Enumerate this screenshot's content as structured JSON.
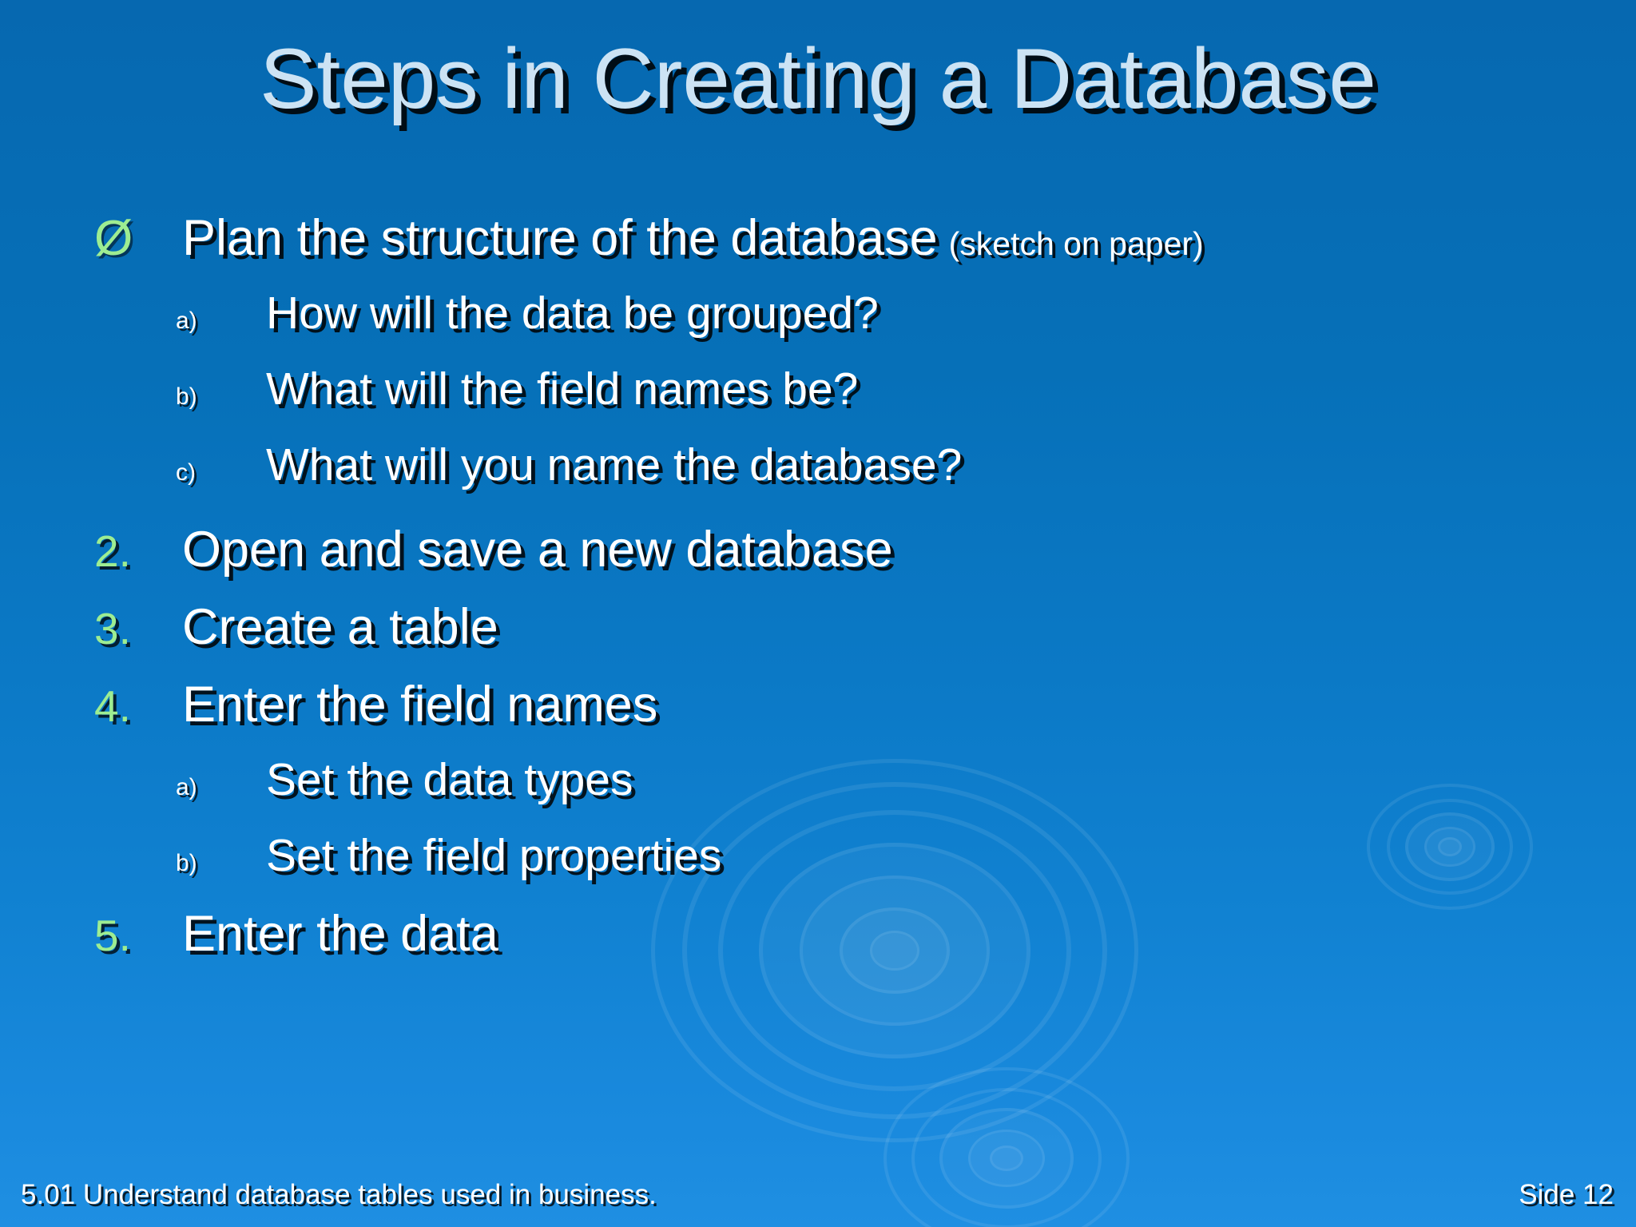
{
  "slide": {
    "title": "Steps in Creating a Database",
    "background": {
      "top_color": "#0668b0",
      "bottom_color": "#1f8fe2",
      "accent_green": "#9ded92",
      "title_color": "#cce3f4",
      "text_color": "#ffffff"
    },
    "items": [
      {
        "level": 1,
        "marker": "Ø",
        "marker_kind": "slash-o",
        "text": "Plan the structure of the database",
        "note": "(sketch on paper)"
      },
      {
        "level": 2,
        "marker": "a)",
        "text": "How will the data be grouped?"
      },
      {
        "level": 2,
        "marker": "b)",
        "text": "What will the field names be?"
      },
      {
        "level": 2,
        "marker": "c)",
        "text": "What will you name the database?"
      },
      {
        "level": 1,
        "marker": "2.",
        "text": "Open and save a new database"
      },
      {
        "level": 1,
        "marker": "3.",
        "text": "Create a table"
      },
      {
        "level": 1,
        "marker": "4.",
        "text": "Enter the field names"
      },
      {
        "level": 2,
        "marker": "a)",
        "text": "Set the data types"
      },
      {
        "level": 2,
        "marker": "b)",
        "text": "Set the field properties"
      },
      {
        "level": 1,
        "marker": "5.",
        "text": "Enter the data"
      }
    ],
    "footer": {
      "left": "5.01 Understand database tables used in business.",
      "right": "Side 12"
    }
  }
}
